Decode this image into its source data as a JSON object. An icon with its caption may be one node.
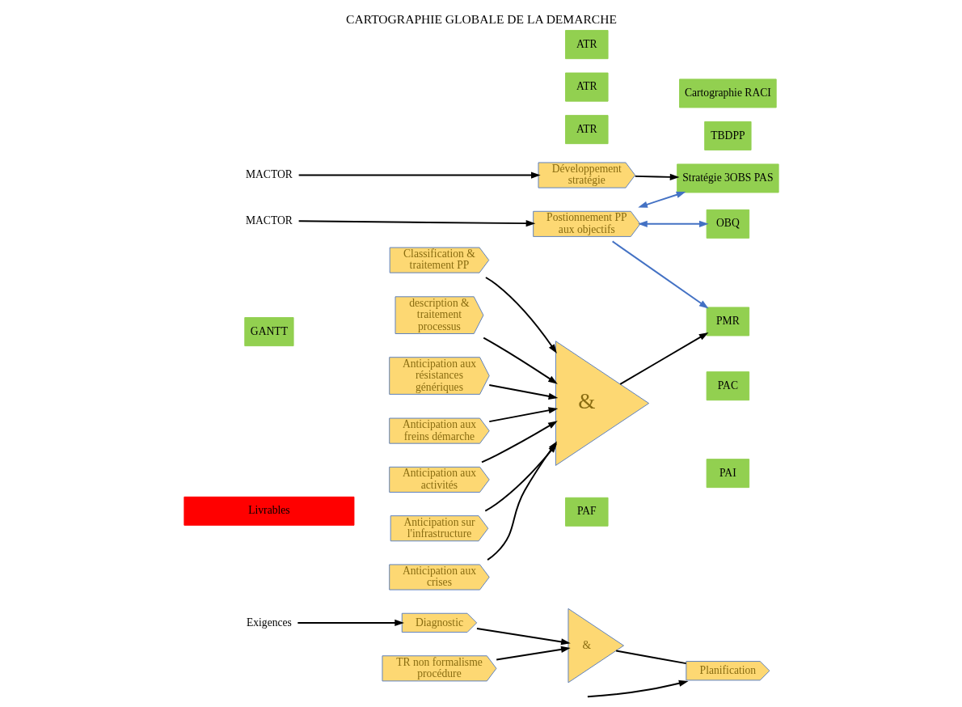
{
  "diagram": {
    "title": "CARTOGRAPHIE GLOBALE DE LA DEMARCHE",
    "nodes": [
      {
        "text": [
          "Exigences"
        ]
      },
      {
        "text": [
          "Diagnostic"
        ]
      },
      {
        "text": [
          "PAI"
        ]
      },
      {
        "text": [
          "TR non formalisme procédure"
        ]
      },
      {
        "text": [
          "PAC"
        ]
      },
      {
        "text": [
          "&"
        ]
      },
      {
        "text": [
          "PAF"
        ]
      },
      {
        "text": [
          "Planification"
        ]
      },
      {
        "text": [
          "Livrables"
        ]
      },
      {
        "text": [
          "GANTT"
        ]
      },
      {
        "text": [
          "Classification & traitement PP"
        ]
      },
      {
        "text": [
          "TBDPP"
        ]
      },
      {
        "text": [
          "ATR"
        ]
      },
      {
        "text": [
          "&"
        ]
      },
      {
        "text": [
          "description & traitement processus"
        ]
      },
      {
        "text": [
          "Cartographie RACI"
        ]
      },
      {
        "text": [
          "ATR"
        ]
      },
      {
        "text": [
          "PMR"
        ]
      },
      {
        "text": [
          "OBQ"
        ]
      },
      {
        "text": [
          "ATR"
        ]
      },
      {
        "text": [
          "Anticipation aux résistances génériques"
        ]
      },
      {
        "text": [
          "Anticipation aux freins démarche"
        ]
      },
      {
        "text": [
          "Anticipation aux activités"
        ]
      },
      {
        "text": [
          "Anticipation sur l'infrastructure"
        ]
      },
      {
        "text": [
          "Anticipation aux crises"
        ]
      },
      {
        "text": [
          "Stratégie 3OBS PAS"
        ]
      },
      {
        "text": [
          "Développement stratégie"
        ]
      },
      {
        "text": [
          "Postionnement PP aux objectifs"
        ]
      },
      {
        "text": [
          "MACTOR"
        ]
      },
      {
        "text": [
          "MACTOR"
        ]
      }
    ],
    "edges": [
      {
        "from": 0,
        "to": 1,
        "arrow": "to"
      },
      {
        "from": 1,
        "to": 5,
        "arrow": "to"
      },
      {
        "from": 3,
        "to": 5,
        "arrow": "to"
      },
      {
        "from": 5,
        "to": 7,
        "arrow": "none"
      },
      {
        "from": null,
        "to": 7,
        "arrow": "to"
      },
      {
        "from": 10,
        "to": 13,
        "arrow": "to"
      },
      {
        "from": 14,
        "to": 13,
        "arrow": "to"
      },
      {
        "from": 20,
        "to": 13,
        "arrow": "to"
      },
      {
        "from": 21,
        "to": 13,
        "arrow": "to"
      },
      {
        "from": 22,
        "to": 13,
        "arrow": "to"
      },
      {
        "from": 23,
        "to": 13,
        "arrow": "to"
      },
      {
        "from": 24,
        "to": 13,
        "arrow": "to"
      },
      {
        "from": 13,
        "to": 17,
        "arrow": "to"
      },
      {
        "from": 27,
        "to": 17,
        "arrow": "to",
        "color": "#4472c4"
      },
      {
        "from": 27,
        "to": 18,
        "arrow": "both",
        "color": "#4472c4"
      },
      {
        "from": 26,
        "to": 25,
        "arrow": "to"
      },
      {
        "from": 27,
        "to": 25,
        "arrow": "both",
        "color": "#4472c4"
      },
      {
        "from": 28,
        "to": 26,
        "arrow": "to"
      },
      {
        "from": 29,
        "to": 27,
        "arrow": "to"
      }
    ]
  }
}
